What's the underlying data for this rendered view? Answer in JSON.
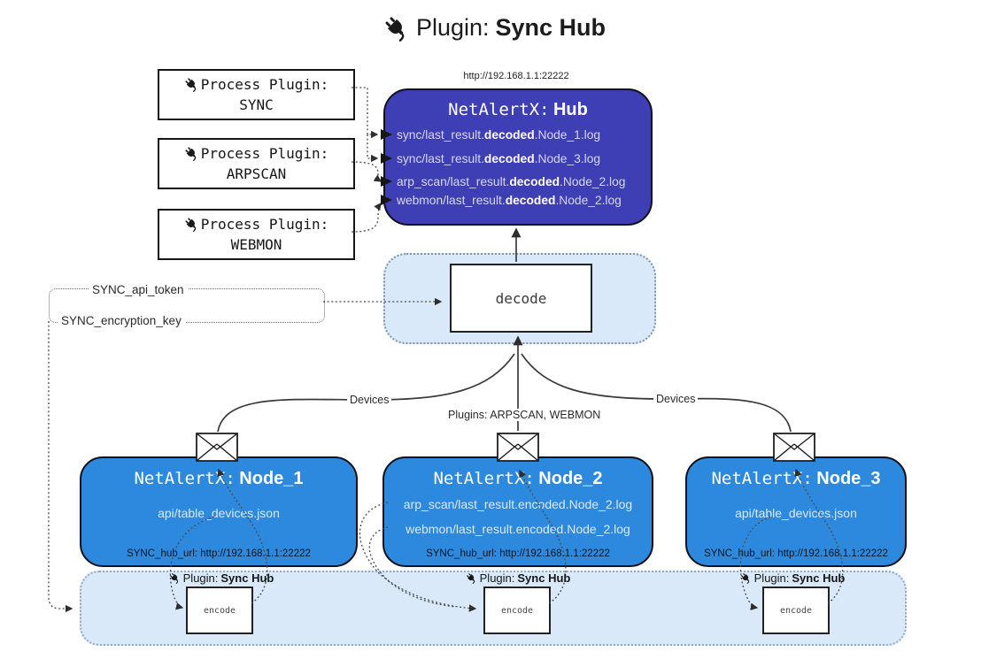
{
  "title": {
    "prefix": "Plugin:",
    "name": "Sync Hub"
  },
  "process_plugins": [
    {
      "label": "Process Plugin:",
      "name": "SYNC"
    },
    {
      "label": "Process Plugin:",
      "name": "ARPSCAN"
    },
    {
      "label": "Process Plugin:",
      "name": "WEBMON"
    }
  ],
  "hub": {
    "url": "http://192.168.1.1:22222",
    "title_prefix": "NetAlertX:",
    "title_name": "Hub",
    "logs": [
      {
        "pre": "sync/last_result.",
        "bold": "decoded",
        "post": ".Node_1.log"
      },
      {
        "pre": "sync/last_result.",
        "bold": "decoded",
        "post": ".Node_3.log"
      },
      {
        "pre": "arp_scan/last_result.",
        "bold": "decoded",
        "post": ".Node_2.log"
      },
      {
        "pre": "webmon/last_result.",
        "bold": "decoded",
        "post": ".Node_2.log"
      }
    ]
  },
  "decode": {
    "label": "decode"
  },
  "tokens": {
    "api_token": "SYNC_api_token",
    "encryption_key": "SYNC_encryption_key"
  },
  "edges": {
    "devices_left": "Devices",
    "devices_right": "Devices",
    "plugins_center": "Plugins: ARPSCAN, WEBMON"
  },
  "nodes": [
    {
      "title_prefix": "NetAlertX:",
      "title_name": "Node_1",
      "files": [
        "api/table_devices.json"
      ],
      "hub_url": "SYNC_hub_url: http://192.168.1.1:22222"
    },
    {
      "title_prefix": "NetAlertX:",
      "title_name": "Node_2",
      "files": [
        "arp_scan/last_result.encoded.Node_2.log",
        "webmon/last_result.encoded.Node_2.log"
      ],
      "hub_url": "SYNC_hub_url: http://192.168.1.1:22222"
    },
    {
      "title_prefix": "NetAlertX:",
      "title_name": "Node_3",
      "files": [
        "api/table_devices.json"
      ],
      "hub_url": "SYNC_hub_url: http://192.168.1.1:22222"
    }
  ],
  "encoders": [
    {
      "plugin_prefix": "Plugin:",
      "plugin_name": "Sync Hub",
      "label": "encode"
    },
    {
      "plugin_prefix": "Plugin:",
      "plugin_name": "Sync Hub",
      "label": "encode"
    },
    {
      "plugin_prefix": "Plugin:",
      "plugin_name": "Sync Hub",
      "label": "encode"
    }
  ],
  "colors": {
    "hub_fill": "#3f3fb5",
    "node_fill": "#2d89dd",
    "band_fill": "#d9e9f9",
    "log_text": "#d6d6ea",
    "decoded_text": "#ffffff"
  }
}
